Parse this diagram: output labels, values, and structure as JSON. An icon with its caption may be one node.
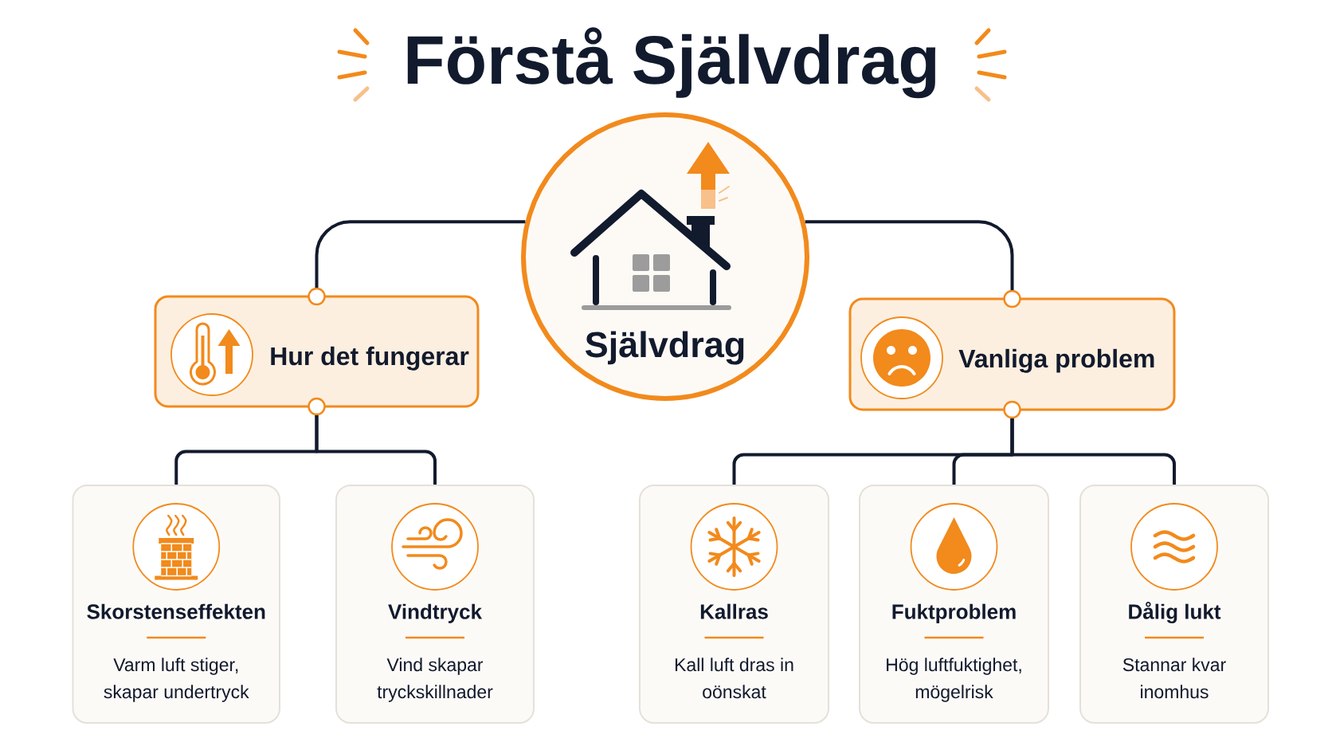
{
  "diagram": {
    "title": "Förstå Självdrag",
    "nodes": [
      {
        "text": [
          "Självdrag"
        ]
      },
      {
        "text": [
          "Hur det fungerar"
        ]
      },
      {
        "text": [
          "Vanliga problem"
        ]
      },
      {
        "text": [
          "Skorstenseffekten",
          "Varm luft stiger, skapar undertryck"
        ]
      },
      {
        "text": [
          "Vindtryck",
          "Vind skapar tryckskillnader"
        ]
      },
      {
        "text": [
          "Kallras",
          "Kall luft dras in oönskat"
        ]
      },
      {
        "text": [
          "Fuktproblem",
          "Hög luftfuktighet, mögelrisk"
        ]
      },
      {
        "text": [
          "Dålig lukt",
          "Stannar kvar inomhus"
        ]
      }
    ],
    "edges": [
      {
        "from": 0,
        "to": 1,
        "arrow": "none"
      },
      {
        "from": 0,
        "to": 2,
        "arrow": "none"
      },
      {
        "from": 1,
        "to": 3,
        "arrow": "none"
      },
      {
        "from": 1,
        "to": 4,
        "arrow": "none"
      },
      {
        "from": 2,
        "to": 5,
        "arrow": "none"
      },
      {
        "from": 2,
        "to": 6,
        "arrow": "none"
      },
      {
        "from": 2,
        "to": 7,
        "arrow": "none"
      }
    ]
  }
}
